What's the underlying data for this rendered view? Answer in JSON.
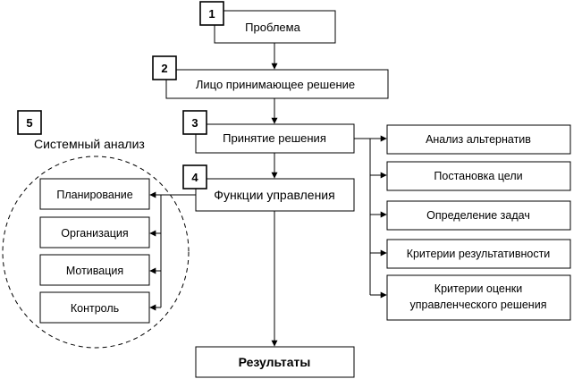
{
  "blocks": {
    "problem": {
      "num": "1",
      "label": "Проблема"
    },
    "decision_maker": {
      "num": "2",
      "label": "Лицо принимающее решение"
    },
    "decision_making": {
      "num": "3",
      "label": "Принятие решения"
    },
    "management_functions": {
      "num": "4",
      "label": "Функции управления"
    },
    "system_analysis": {
      "num": "5",
      "label": "Системный анализ"
    },
    "results": {
      "label": "Результаты"
    }
  },
  "functions": [
    "Планирование",
    "Организация",
    "Мотивация",
    "Контроль"
  ],
  "decision_steps": {
    "alternatives": "Анализ альтернатив",
    "goal_setting": "Постановка цели",
    "task_definition": "Определение задач",
    "effectiveness_criteria": "Критерии результативности",
    "evaluation_line1": "Критерии оценки",
    "evaluation_line2": "управленческого решения"
  }
}
